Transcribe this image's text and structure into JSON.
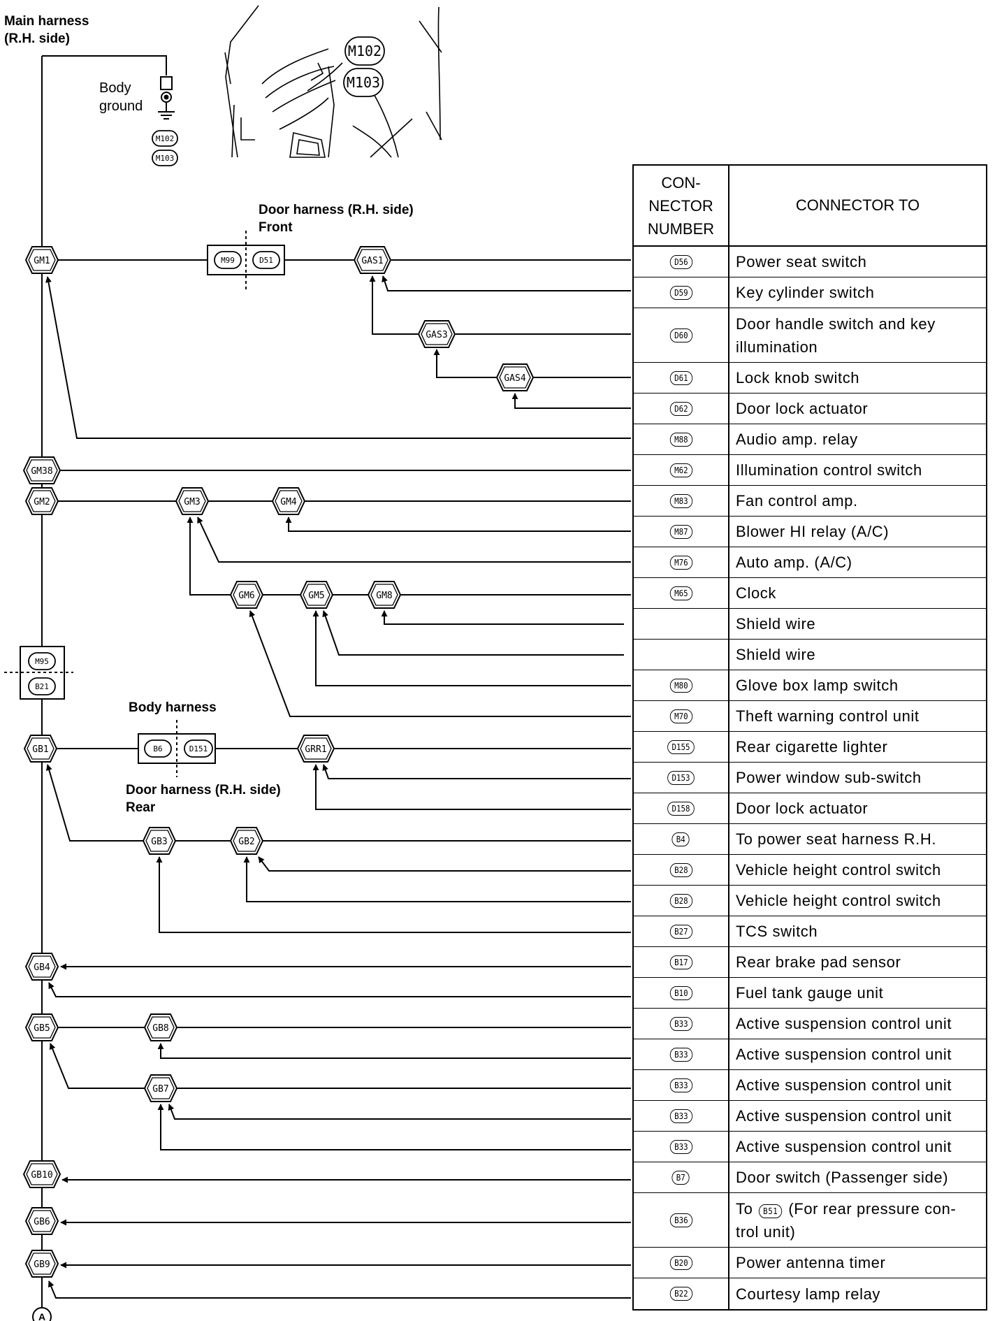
{
  "labels": {
    "main_harness": "Main harness\n(R.H. side)",
    "body_ground": "Body\nground",
    "door_front": "Door harness (R.H. side)\nFront",
    "body_harness": "Body harness",
    "door_rear": "Door harness (R.H. side)\nRear",
    "circle_a": "A"
  },
  "ground_connectors": [
    "M102",
    "M103"
  ],
  "pictorial_connectors": [
    "M102",
    "M103"
  ],
  "inline_connectors": {
    "front": [
      "M99",
      "D51"
    ],
    "mid": [
      "M95",
      "B21"
    ],
    "rear": [
      "B6",
      "D151"
    ]
  },
  "junctions": {
    "GM1": "GM1",
    "GM38": "GM38",
    "GM2": "GM2",
    "GM3": "GM3",
    "GM4": "GM4",
    "GM6": "GM6",
    "GM5": "GM5",
    "GM8": "GM8",
    "GAS1": "GAS1",
    "GAS3": "GAS3",
    "GAS4": "GAS4",
    "GB1": "GB1",
    "GRR1": "GRR1",
    "GB3": "GB3",
    "GB2": "GB2",
    "GB4": "GB4",
    "GB5": "GB5",
    "GB8": "GB8",
    "GB7": "GB7",
    "GB10": "GB10",
    "GB6": "GB6",
    "GB9": "GB9"
  },
  "table": {
    "header_number": "CON-\nNECTOR\nNUMBER",
    "header_to": "CONNECTOR TO",
    "rows": [
      {
        "num": "D56",
        "to": "Power seat switch"
      },
      {
        "num": "D59",
        "to": "Key cylinder switch"
      },
      {
        "num": "D60",
        "to": "Door handle switch and key illumination"
      },
      {
        "num": "D61",
        "to": "Lock knob switch"
      },
      {
        "num": "D62",
        "to": "Door lock actuator"
      },
      {
        "num": "M88",
        "to": "Audio amp. relay"
      },
      {
        "num": "M62",
        "to": "Illumination control switch"
      },
      {
        "num": "M83",
        "to": "Fan control amp."
      },
      {
        "num": "M87",
        "to": "Blower HI relay (A/C)"
      },
      {
        "num": "M76",
        "to": "Auto amp. (A/C)"
      },
      {
        "num": "M65",
        "to": "Clock"
      },
      {
        "num": "",
        "to": "Shield wire"
      },
      {
        "num": "",
        "to": "Shield wire"
      },
      {
        "num": "M80",
        "to": "Glove box lamp switch"
      },
      {
        "num": "M70",
        "to": "Theft warning control unit"
      },
      {
        "num": "D155",
        "to": "Rear cigarette lighter"
      },
      {
        "num": "D153",
        "to": "Power window sub-switch"
      },
      {
        "num": "D158",
        "to": "Door lock actuator"
      },
      {
        "num": "B4",
        "to": "To power seat harness R.H."
      },
      {
        "num": "B28",
        "to": "Vehicle height control switch"
      },
      {
        "num": "B28",
        "to": "Vehicle height control switch"
      },
      {
        "num": "B27",
        "to": "TCS switch"
      },
      {
        "num": "B17",
        "to": "Rear brake pad sensor"
      },
      {
        "num": "B10",
        "to": "Fuel tank gauge unit"
      },
      {
        "num": "B33",
        "to": "Active suspension control unit"
      },
      {
        "num": "B33",
        "to": "Active suspension control unit"
      },
      {
        "num": "B33",
        "to": "Active suspension control unit"
      },
      {
        "num": "B33",
        "to": "Active suspension control unit"
      },
      {
        "num": "B33",
        "to": "Active suspension control unit"
      },
      {
        "num": "B7",
        "to": "Door switch (Passenger side)"
      },
      {
        "num": "B36",
        "to_pre": "To",
        "to_badge": "B51",
        "to_post": "(For rear pressure con-\ntrol unit)"
      },
      {
        "num": "B20",
        "to": "Power antenna timer"
      },
      {
        "num": "B22",
        "to": "Courtesy lamp relay"
      }
    ]
  }
}
